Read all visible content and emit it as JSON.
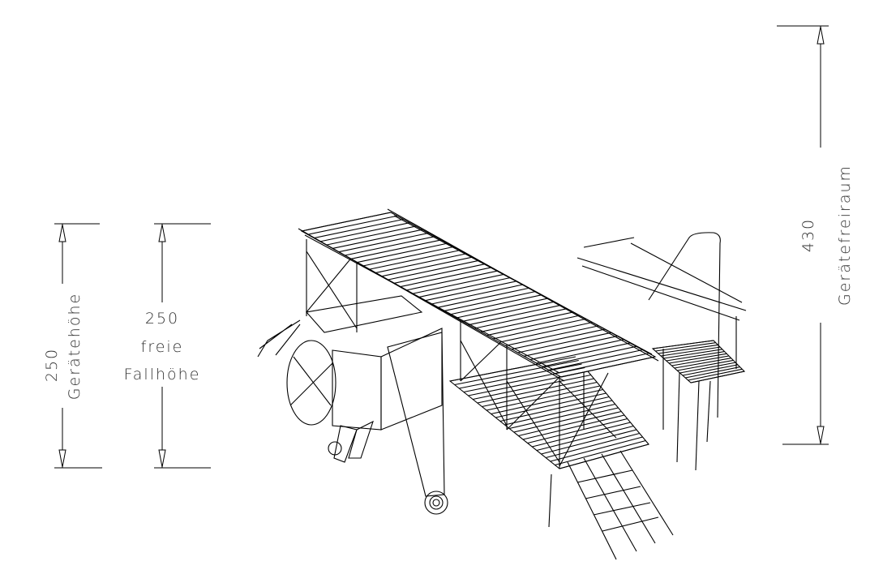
{
  "dimensions": {
    "geraetehoehe": {
      "value": "250",
      "label": "Gerätehöhe"
    },
    "fallhoehe": {
      "value": "250",
      "label_line1": "freie",
      "label_line2": "Fallhöhe"
    },
    "freiraum": {
      "value": "430",
      "label": "Gerätefreiraum"
    }
  }
}
